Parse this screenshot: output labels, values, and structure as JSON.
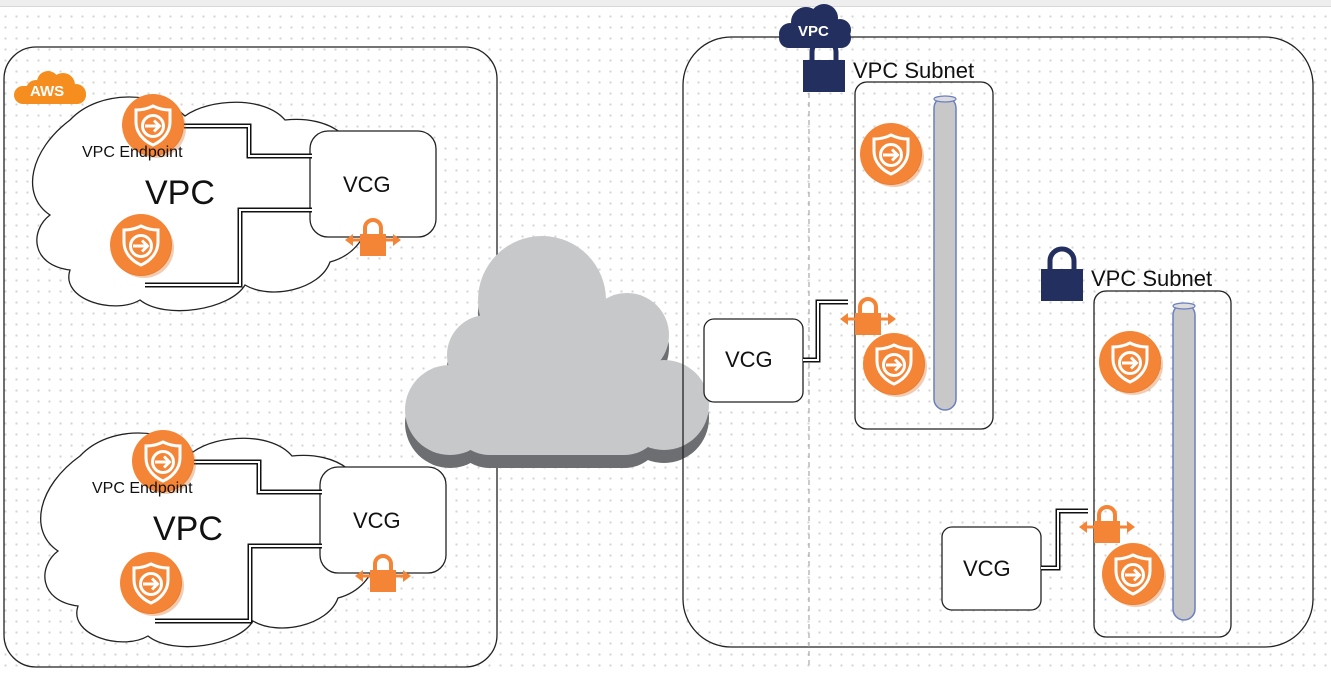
{
  "aws_badge": "AWS",
  "vpc_badge": "VPC",
  "left": {
    "vpc_top": {
      "label": "VPC",
      "endpoint_label": "VPC Endpoint",
      "gateway_label": "VCG"
    },
    "vpc_bottom": {
      "label": "VPC",
      "endpoint_label": "VPC Endpoint",
      "gateway_label": "VCG"
    }
  },
  "right": {
    "subnet_top": {
      "label": "VPC Subnet"
    },
    "subnet_bottom": {
      "label": "VPC Subnet"
    },
    "gateway_mid_label": "VCG",
    "gateway_low_label": "VCG"
  },
  "colors": {
    "aws_orange": "#f58536",
    "lock_navy": "#232f5e",
    "cloud_grey": "#c7c8ca",
    "cloud_shadow": "#6d6e71",
    "bus_fill": "#c8c8c8",
    "bus_stroke": "#6a7fc1"
  },
  "icons": [
    "vpc-endpoint-icon",
    "vpn-lock-icon",
    "padlock-icon",
    "internet-cloud-icon",
    "aws-cloud-badge-icon",
    "vpc-cloud-badge-icon"
  ]
}
